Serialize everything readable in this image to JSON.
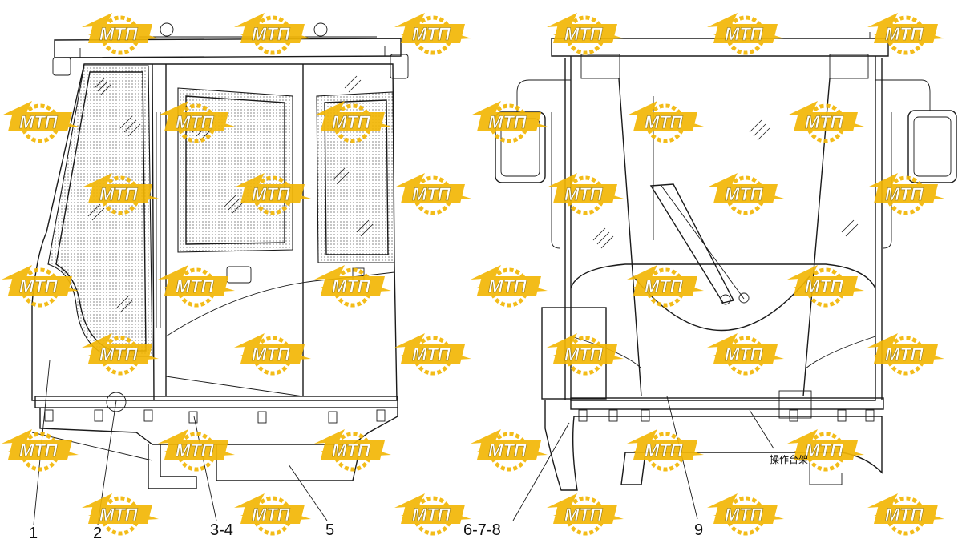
{
  "watermark": {
    "text": "МТП",
    "color": "#f2b705"
  },
  "callouts": [
    {
      "id": "1",
      "text": "1"
    },
    {
      "id": "2",
      "text": "2"
    },
    {
      "id": "3-4",
      "text": "3-4"
    },
    {
      "id": "5",
      "text": "5"
    },
    {
      "id": "6-7-8",
      "text": "6-7-8"
    },
    {
      "id": "9",
      "text": "9"
    }
  ],
  "annotation_jp": "操作台架",
  "views": [
    "side-view",
    "front-view"
  ]
}
